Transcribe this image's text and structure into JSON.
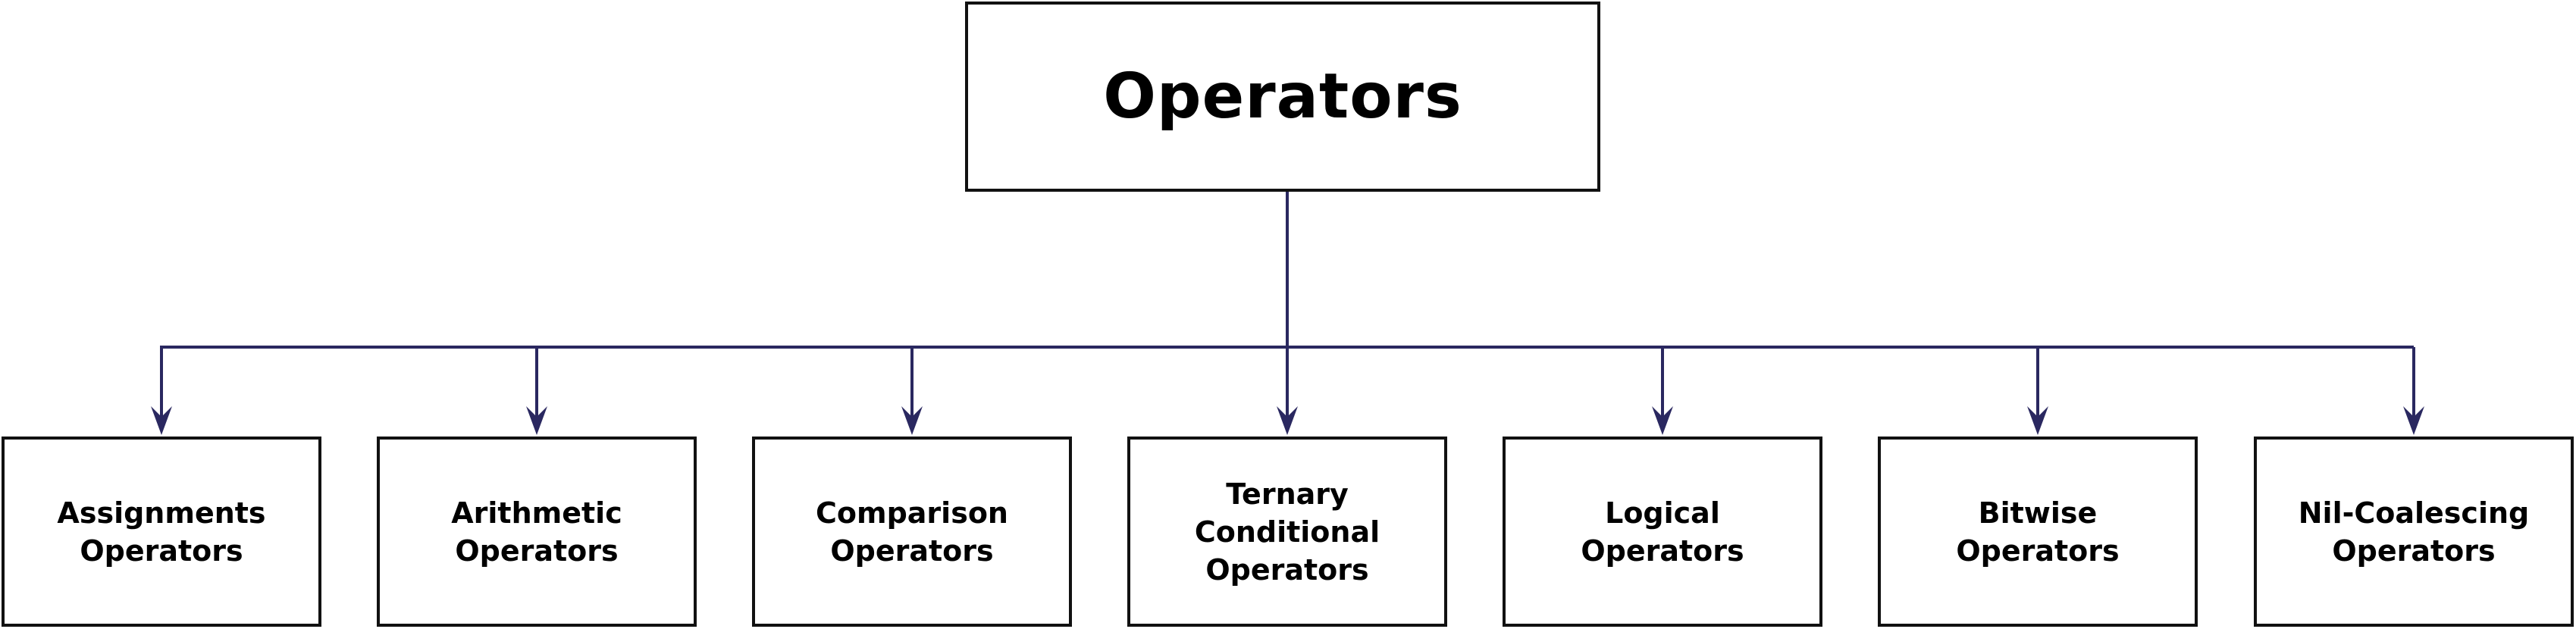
{
  "root": {
    "label": "Operators"
  },
  "children": [
    {
      "label": "Assignments\nOperators"
    },
    {
      "label": "Arithmetic\nOperators"
    },
    {
      "label": "Comparison\nOperators"
    },
    {
      "label": "Ternary\nConditional\nOperators"
    },
    {
      "label": "Logical\nOperators"
    },
    {
      "label": "Bitwise\nOperators"
    },
    {
      "label": "Nil-Coalescing\nOperators"
    }
  ],
  "colors": {
    "connector": "#2a2860",
    "border": "#111111",
    "text": "#000000"
  },
  "icons": {
    "arrowhead": "arrow-down-icon"
  }
}
